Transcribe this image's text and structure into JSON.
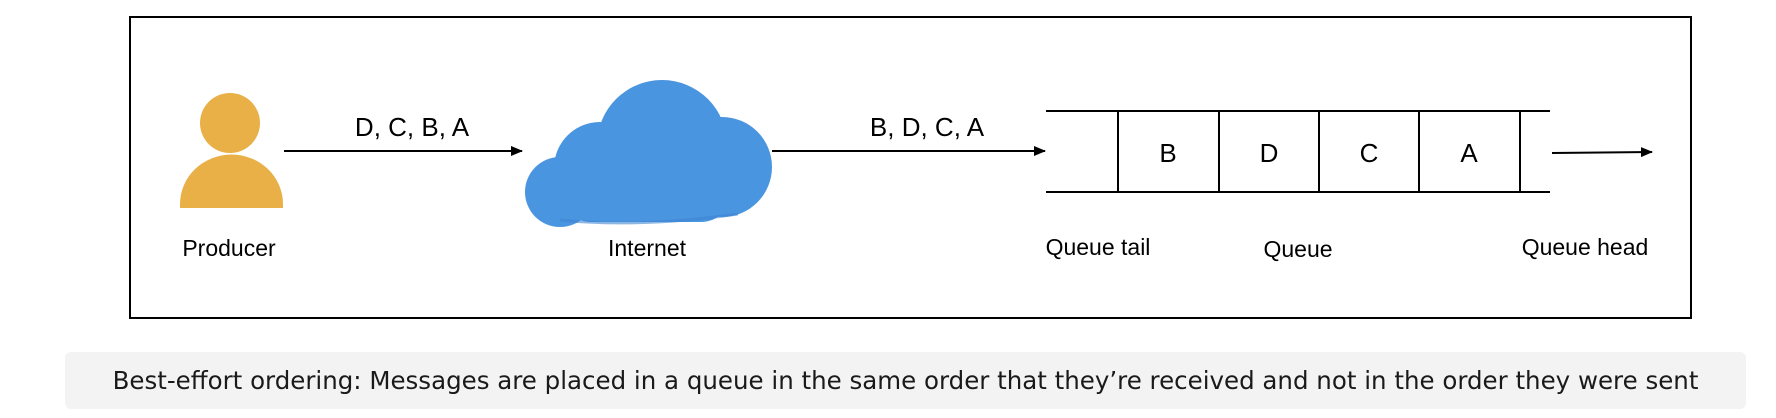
{
  "labels": {
    "producer": "Producer",
    "internet": "Internet",
    "queue_tail": "Queue tail",
    "queue": "Queue",
    "queue_head": "Queue head"
  },
  "arrows": {
    "sent_order": "D, C, B, A",
    "received_order": "B, D, C, A"
  },
  "queue_cells": [
    "B",
    "D",
    "C",
    "A"
  ],
  "caption": "Best-effort ordering: Messages are placed in a queue in the same order that they’re received and not in the order they were sent",
  "colors": {
    "producer": "#e8b047",
    "cloud": "#4a95e0",
    "cloud_shade": "#3f86d2",
    "caption_bg": "#f3f3f3"
  },
  "icons": {
    "producer": "person-icon",
    "internet": "cloud-icon"
  }
}
